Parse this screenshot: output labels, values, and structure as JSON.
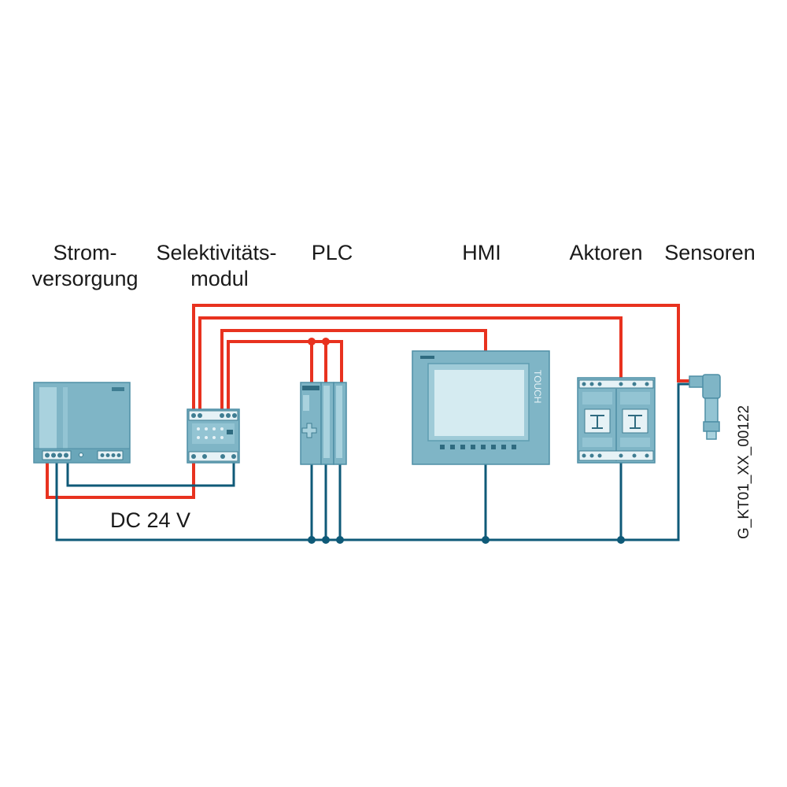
{
  "labels": {
    "power_supply_line1": "Strom-",
    "power_supply_line2": "versorgung",
    "selectivity_line1": "Selektivitäts-",
    "selectivity_line2": "modul",
    "plc": "PLC",
    "hmi": "HMI",
    "actuators": "Aktoren",
    "sensors": "Sensoren",
    "voltage": "DC 24 V",
    "drawing_code": "G_KT01_XX_00122",
    "touch": "TOUCH"
  },
  "colors": {
    "positive_wire": "#e8321f",
    "negative_wire": "#0f5a78",
    "device_fill": "#7fb5c6",
    "device_light": "#a9d2de",
    "device_dark": "#4f8fa5"
  }
}
